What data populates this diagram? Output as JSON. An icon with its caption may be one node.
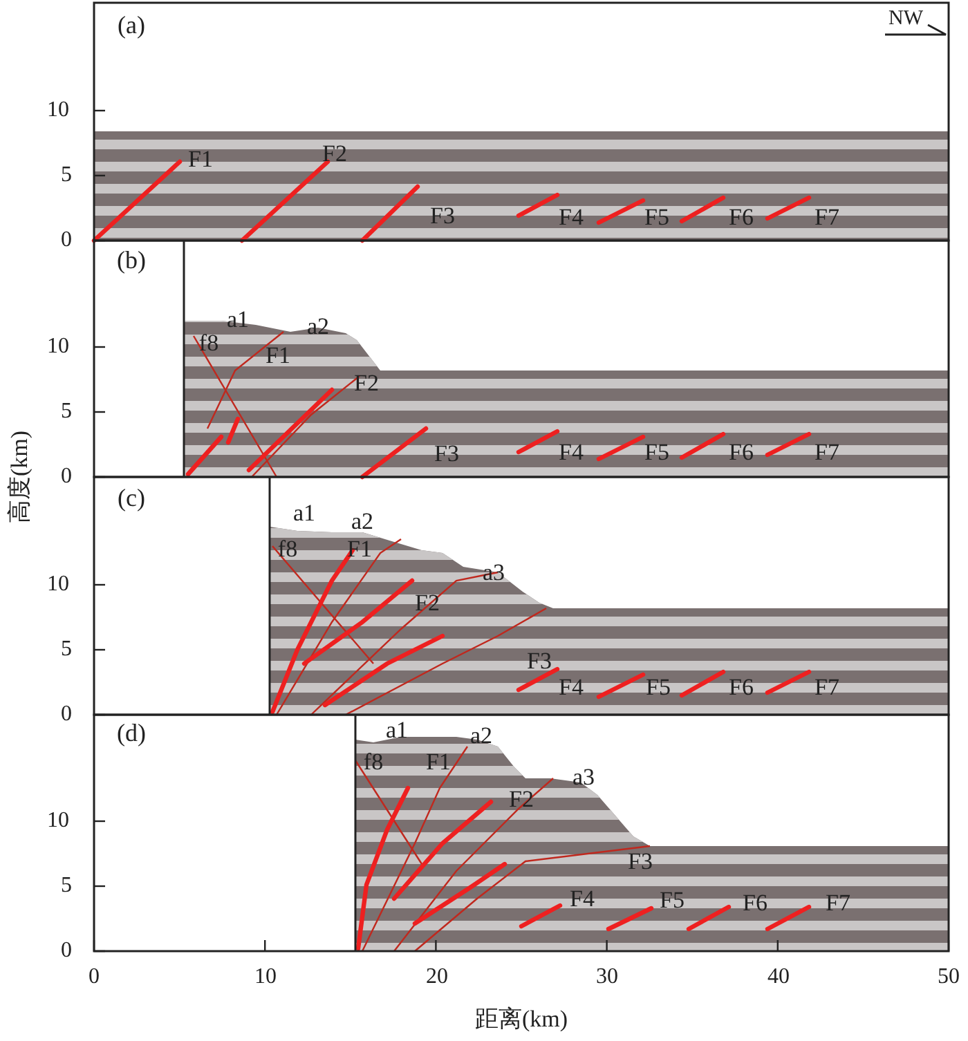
{
  "diagram": {
    "labels": [
      "(a)",
      "NW",
      "10",
      "5",
      "0",
      "F1",
      "F2",
      "F3",
      "F4",
      "F5",
      "F6",
      "F7",
      "(b)",
      "10",
      "5",
      "0",
      "a1",
      "a2",
      "f8",
      "F1",
      "F2",
      "F3",
      "F4",
      "F5",
      "F6",
      "F7",
      "(c)",
      "10",
      "5",
      "0",
      "a1",
      "a2",
      "f8",
      "F1",
      "a3",
      "F2",
      "F3",
      "F4",
      "F5",
      "F6",
      "F7",
      "(d)",
      "10",
      "5",
      "0",
      "a1",
      "a2",
      "f8",
      "F1",
      "a3",
      "F2",
      "F3",
      "F4",
      "F5",
      "F6",
      "F7",
      "高度(km)",
      "0",
      "10",
      "20",
      "30",
      "40",
      "50",
      "距离(km)"
    ]
  }
}
